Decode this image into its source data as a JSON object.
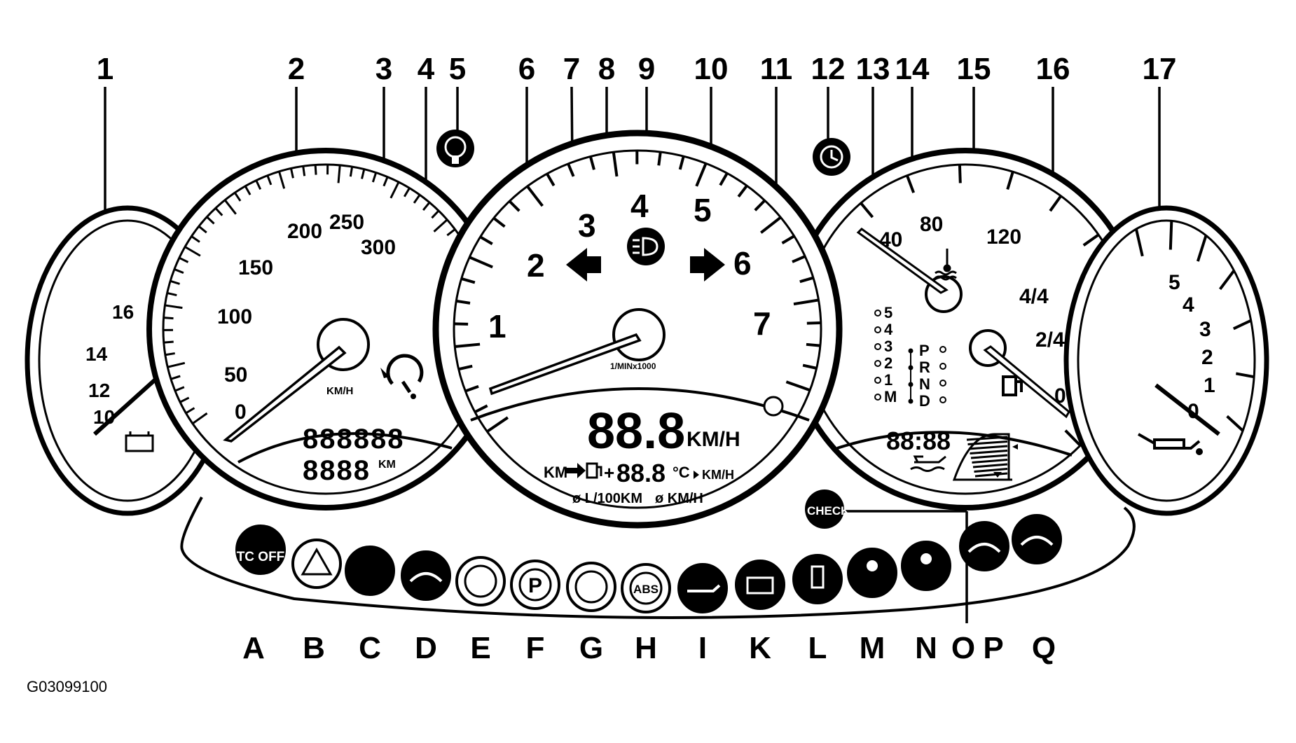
{
  "callout_numbers": [
    "1",
    "2",
    "3",
    "4",
    "5",
    "6",
    "7",
    "8",
    "9",
    "10",
    "11",
    "12",
    "13",
    "14",
    "15",
    "16",
    "17"
  ],
  "callout_letters": [
    "A",
    "B",
    "C",
    "D",
    "E",
    "F",
    "G",
    "H",
    "I",
    "K",
    "L",
    "M",
    "N",
    "O",
    "P",
    "Q"
  ],
  "figure_code": "G03099100",
  "voltmeter": {
    "ticks": [
      "16",
      "14",
      "12",
      "10"
    ]
  },
  "speedometer": {
    "ticks": [
      "0",
      "50",
      "100",
      "150",
      "200",
      "250",
      "300"
    ],
    "unit": "KM/H",
    "odometer": "888888",
    "trip": "8888",
    "trip_unit": "KM"
  },
  "tachometer": {
    "ticks": [
      "1",
      "2",
      "3",
      "4",
      "5",
      "6",
      "7"
    ],
    "unit": "1/MINx1000",
    "speed_display": "88.8",
    "speed_unit": "KM/H",
    "info_row1": [
      "KM",
      "+",
      "88.8",
      "°C",
      "KM/H"
    ],
    "info_row2": [
      "ø L/100KM",
      "ø KM/H"
    ]
  },
  "right_gauge": {
    "oil_temp_ticks": [
      "40",
      "80",
      "120"
    ],
    "fuel_ticks": [
      "4/4",
      "2/4",
      "0"
    ],
    "gear_numbers": [
      "5",
      "4",
      "3",
      "2",
      "1",
      "M"
    ],
    "gear_letters": [
      "P",
      "R",
      "N",
      "D"
    ],
    "clock": "88:88"
  },
  "oil_pressure": {
    "ticks": [
      "5",
      "4",
      "3",
      "2",
      "1",
      "0"
    ]
  },
  "warning_lamps": {
    "A": "TC OFF",
    "H": "ABS",
    "O": "CHECK",
    "F": "P"
  },
  "icons": [
    "battery-icon",
    "cruise-control-icon",
    "tpms-icon",
    "headlight-icon",
    "service-icon",
    "coolant-temp-icon",
    "oil-can-icon",
    "check-engine-icon",
    "seatbelt-icon",
    "airbag-icon",
    "brake-icon",
    "abs-icon",
    "parking-brake-icon",
    "rear-spoiler-icon",
    "convertible-top-icon"
  ]
}
